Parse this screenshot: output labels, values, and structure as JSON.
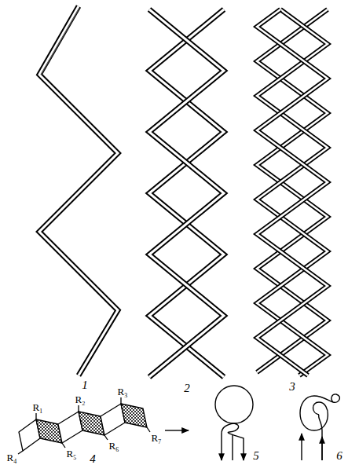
{
  "diagram": {
    "labels": [
      "1",
      "2",
      "3",
      "R₁",
      "R₂",
      "R₃",
      "R₄",
      "R₅",
      "R₆",
      "R₇",
      "4",
      "5",
      "6"
    ]
  }
}
